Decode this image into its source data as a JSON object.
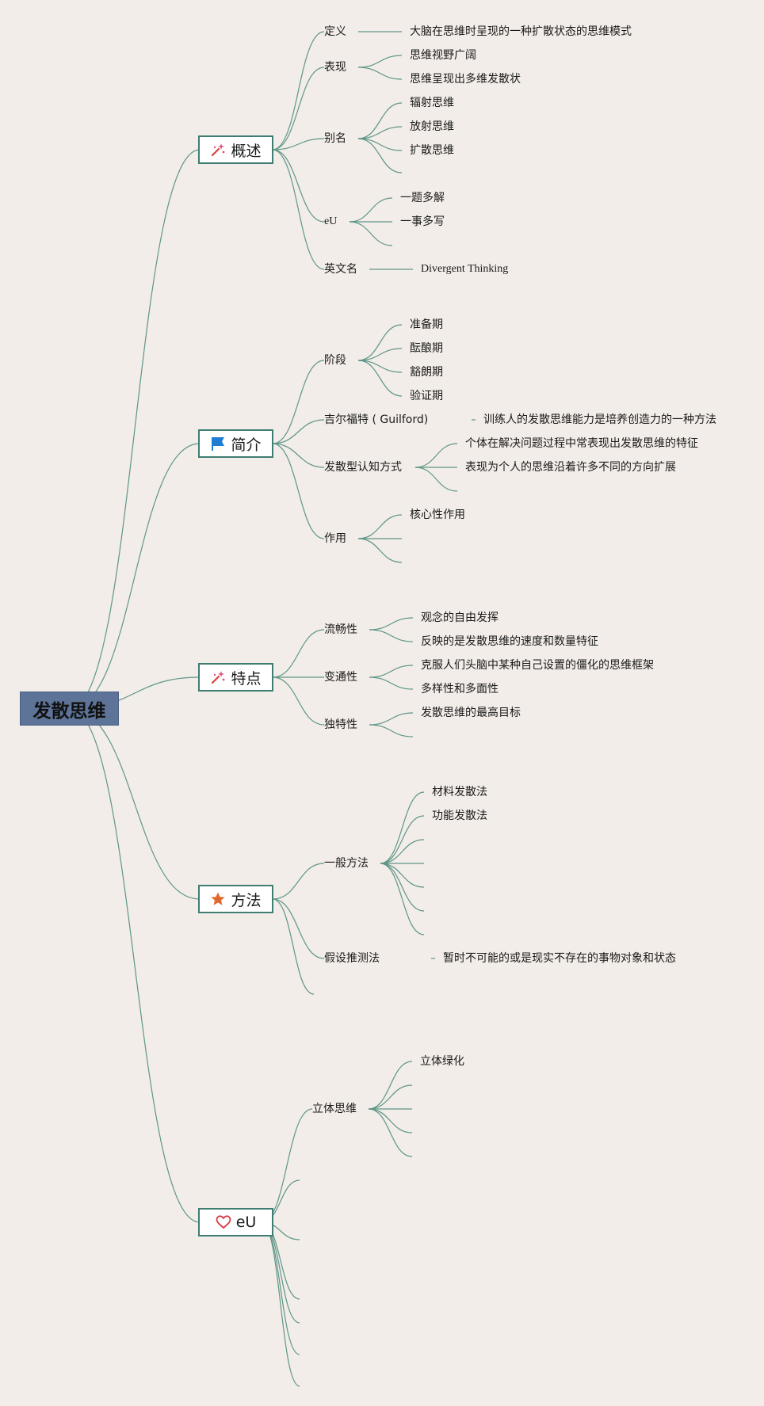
{
  "root": {
    "label": "发散思维"
  },
  "branches": [
    {
      "label": "概述",
      "icon": "wand-sparkle-icon",
      "children": [
        {
          "label": "定义",
          "children": [
            "大脑在思维时呈现的一种扩散状态的思维模式"
          ]
        },
        {
          "label": "表现",
          "children": [
            "思维视野广阔",
            "思维呈现出多维发散状"
          ]
        },
        {
          "label": "别名",
          "children": [
            "辐射思维",
            "放射思维",
            "扩散思维",
            ""
          ]
        },
        {
          "label": "eU",
          "children": [
            "一题多解",
            "一事多写",
            ""
          ]
        },
        {
          "label": "英文名",
          "children": [
            "Divergent Thinking"
          ]
        }
      ]
    },
    {
      "label": "简介",
      "icon": "blue-flag-icon",
      "children": [
        {
          "label": "阶段",
          "children": [
            "准备期",
            "酝酿期",
            "豁朗期",
            "验证期"
          ]
        },
        {
          "label": "吉尔福特 ( Guilford)",
          "children": [
            "训练人的发散思维能力是培养创造力的一种方法"
          ]
        },
        {
          "label": "发散型认知方式",
          "children": [
            "个体在解决问题过程中常表现出发散思维的特征",
            "表现为个人的思维沿着许多不同的方向扩展",
            ""
          ]
        },
        {
          "label": "作用",
          "children": [
            "核心性作用",
            "",
            ""
          ]
        }
      ]
    },
    {
      "label": "特点",
      "icon": "wand-sparkle-icon",
      "children": [
        {
          "label": "流畅性",
          "children": [
            "观念的自由发挥",
            "反映的是发散思维的速度和数量特征"
          ]
        },
        {
          "label": "变通性",
          "children": [
            "克服人们头脑中某种自己设置的僵化的思维框架",
            "多样性和多面性"
          ]
        },
        {
          "label": "独特性",
          "children": [
            "发散思维的最高目标",
            ""
          ]
        }
      ]
    },
    {
      "label": "方法",
      "icon": "star-icon",
      "children": [
        {
          "label": "一般方法",
          "children": [
            "材料发散法",
            "功能发散法",
            "",
            "",
            "",
            "",
            ""
          ]
        },
        {
          "label": "假设推测法",
          "children": [
            "暂时不可能的或是现实不存在的事物对象和状态"
          ]
        },
        {
          "label": "",
          "children": []
        }
      ]
    },
    {
      "label": "eU",
      "icon": "heart-icon",
      "children": [
        {
          "label": "立体思维",
          "children": [
            "立体绿化",
            "",
            "",
            "",
            ""
          ]
        },
        {
          "label": "",
          "children": []
        },
        {
          "label": "",
          "children": []
        },
        {
          "label": "",
          "children": []
        },
        {
          "label": "",
          "children": []
        },
        {
          "label": "",
          "children": []
        },
        {
          "label": "",
          "children": []
        }
      ]
    }
  ]
}
